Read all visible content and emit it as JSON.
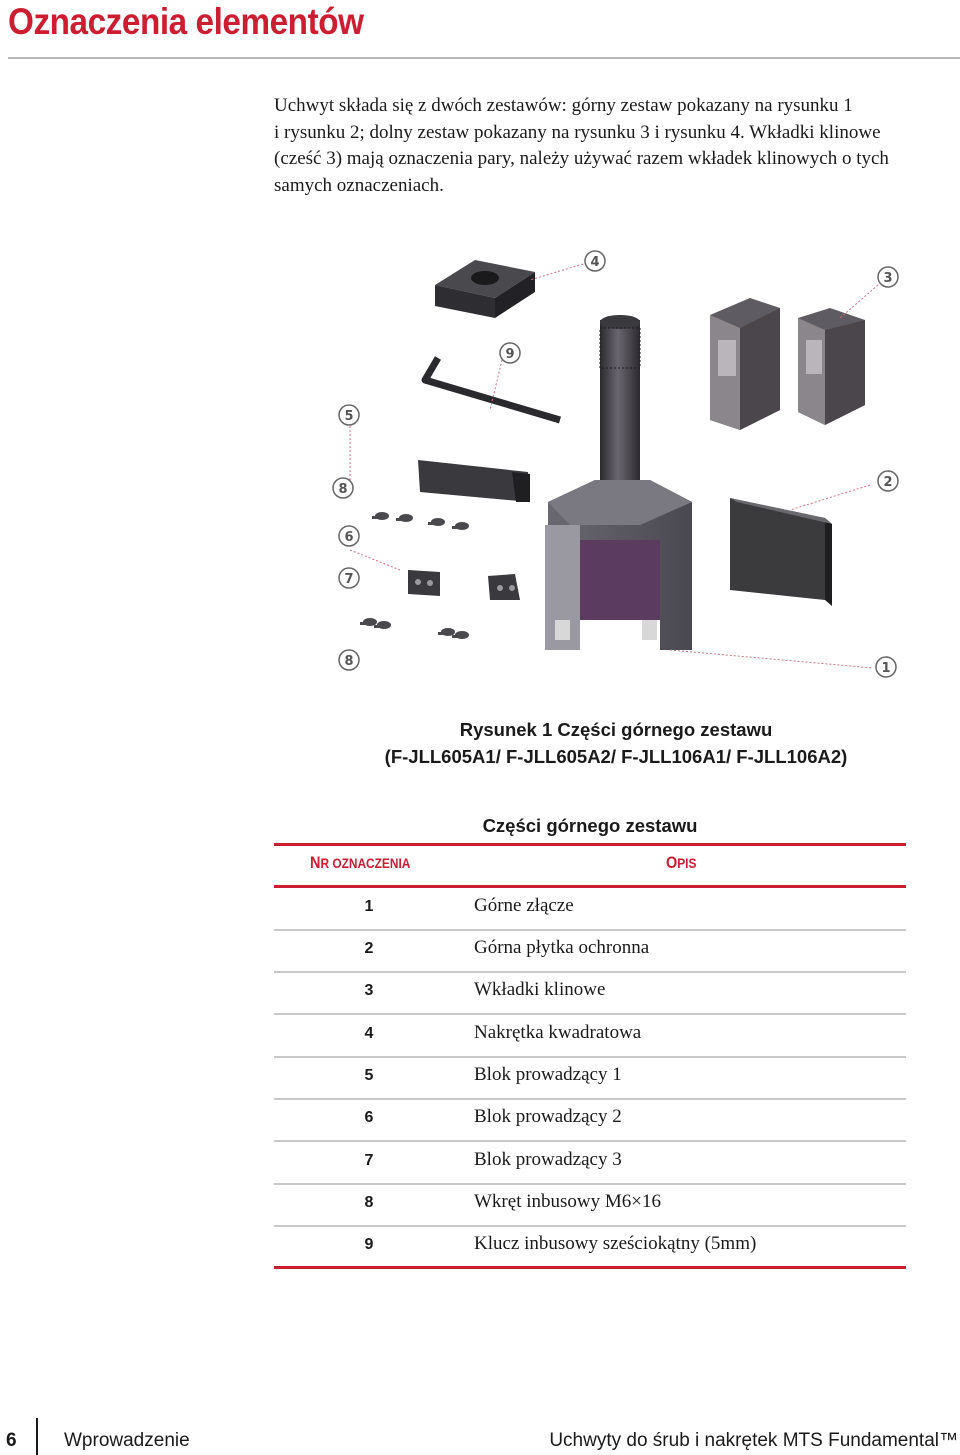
{
  "header": {
    "title": "Oznaczenia elementów"
  },
  "intro": {
    "lines": [
      "Uchwyt składa się z dwóch zestawów: górny zestaw pokazany na rysunku 1",
      "i rysunku 2; dolny zestaw pokazany na rysunku 3 i rysunku 4. Wkładki klinowe",
      "(cześć 3) mają oznaczenia pary, należy używać razem wkładek klinowych o tych",
      "samych oznaczeniach."
    ]
  },
  "figure": {
    "callouts": [
      "4",
      "3",
      "9",
      "5",
      "8",
      "2",
      "6",
      "7",
      "8",
      "1"
    ],
    "caption_line1": "Rysunek 1 Części górnego zestawu",
    "caption_line2": "(F-JLL605A1/ F-JLL605A2/ F-JLL106A1/ F-JLL106A2)"
  },
  "table": {
    "title": "Części górnego zestawu",
    "col1_big": "N",
    "col1_rest": "R OZNACZENIA",
    "col2_big": "O",
    "col2_rest": "PIS",
    "rows": [
      {
        "num": "1",
        "desc": "Górne złącze"
      },
      {
        "num": "2",
        "desc": "Górna płytka ochronna"
      },
      {
        "num": "3",
        "desc": "Wkładki klinowe"
      },
      {
        "num": "4",
        "desc": "Nakrętka kwadratowa"
      },
      {
        "num": "5",
        "desc": "Blok prowadzący 1"
      },
      {
        "num": "6",
        "desc": "Blok prowadzący 2"
      },
      {
        "num": "7",
        "desc": "Blok prowadzący 3"
      },
      {
        "num": "8",
        "desc": "Wkręt inbusowy M6×16"
      },
      {
        "num": "9",
        "desc": "Klucz inbusowy sześciokątny (5mm)"
      }
    ]
  },
  "footer": {
    "page_number": "6",
    "section": "Wprowadzenie",
    "doc_title": "Uchwyty do śrub i nakrętek MTS Fundamental™"
  },
  "colors": {
    "accent": "#cc1d31",
    "part_dark": "#3f3a40",
    "part_purple": "#5a3a5e"
  }
}
